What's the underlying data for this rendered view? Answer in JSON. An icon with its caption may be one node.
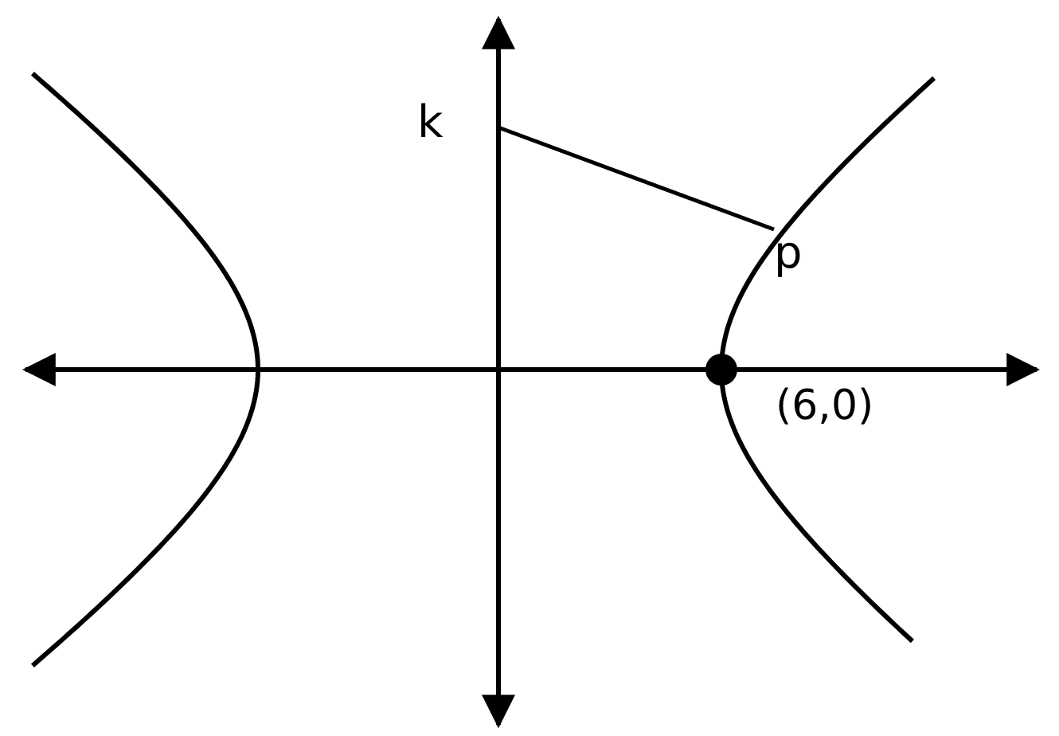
{
  "diagram": {
    "nodes": [
      {
        "text": [
          "k"
        ]
      },
      {
        "text": [
          "p"
        ]
      }
    ],
    "edges": [
      {
        "from": 0,
        "to": 1,
        "arrow": "none"
      }
    ],
    "labels": [
      "(6,0)"
    ]
  }
}
